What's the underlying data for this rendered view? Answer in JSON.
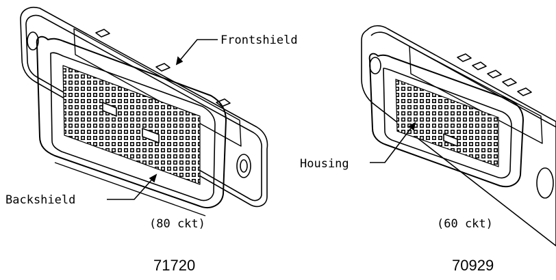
{
  "connectors": [
    {
      "part_number": "71720",
      "circuit_label": "(80 ckt)",
      "callouts": [
        "Frontshield",
        "Backshield"
      ]
    },
    {
      "part_number": "70929",
      "circuit_label": "(60 ckt)",
      "callouts": [
        "Housing"
      ]
    }
  ],
  "colors": {
    "line": "#000000",
    "background": "#ffffff"
  }
}
